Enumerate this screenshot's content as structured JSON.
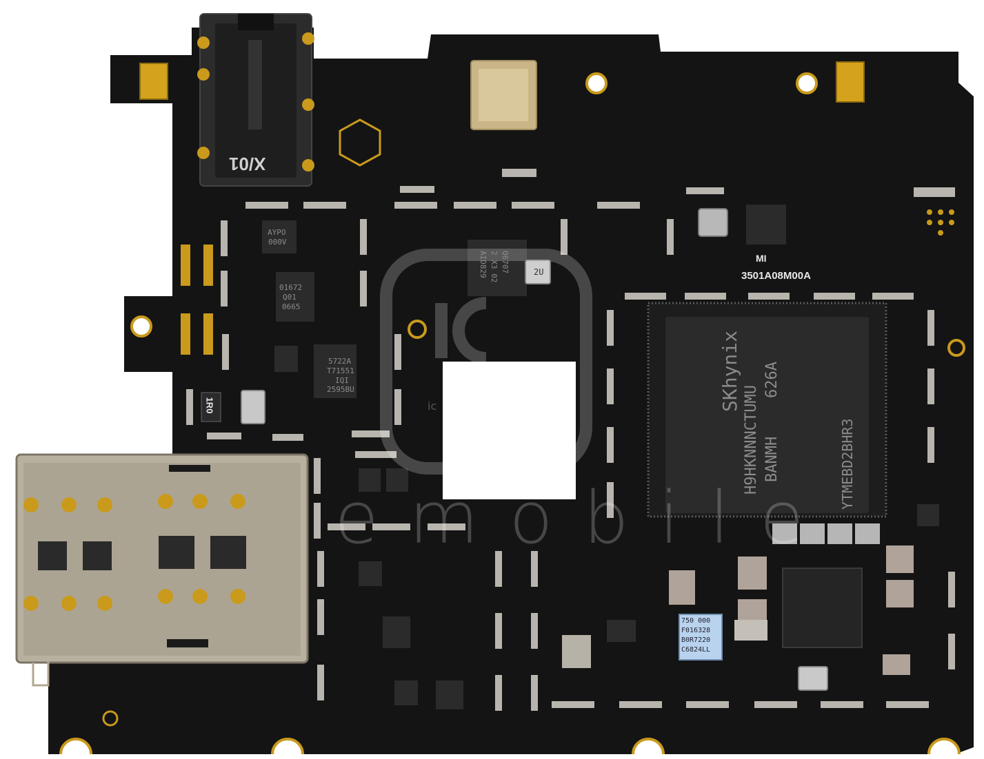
{
  "colors": {
    "background": "#ffffff",
    "board": "#141414",
    "copper_pad": "#b8b5ae",
    "gold": "#c99a1c",
    "chip": "#2a2a2a",
    "sim_tray": "#b9b1a0",
    "watermark": "#ffffff"
  },
  "labels": {
    "audio_jack": "X/01",
    "brand_mark": "MI",
    "board_code": "3501A08M00A",
    "inductor": "1R0",
    "memory_brand": "SKhynix",
    "memory_part": "H9HKNNNCTUMU",
    "memory_lot": "BANMH",
    "memory_code": "626A",
    "memory_side": "YTMEBD2BHR3",
    "pmic_label": [
      "750 000",
      "F016328",
      "B0R7220",
      "C6824LL"
    ],
    "chip_a": [
      "AYPO",
      "000V"
    ],
    "chip_b": [
      "01672",
      "Q01",
      "0665"
    ],
    "chip_c": [
      "5722A",
      "T71551",
      "IQI",
      "2595BU"
    ],
    "chip_d": [
      "Q6707",
      "2 X3 02",
      "AID829"
    ],
    "xtal": "2U",
    "watermark_small": "ic",
    "watermark_text": "emobile"
  },
  "icons": [
    "hexagon-outline-icon",
    "logo-watermark-icon"
  ]
}
